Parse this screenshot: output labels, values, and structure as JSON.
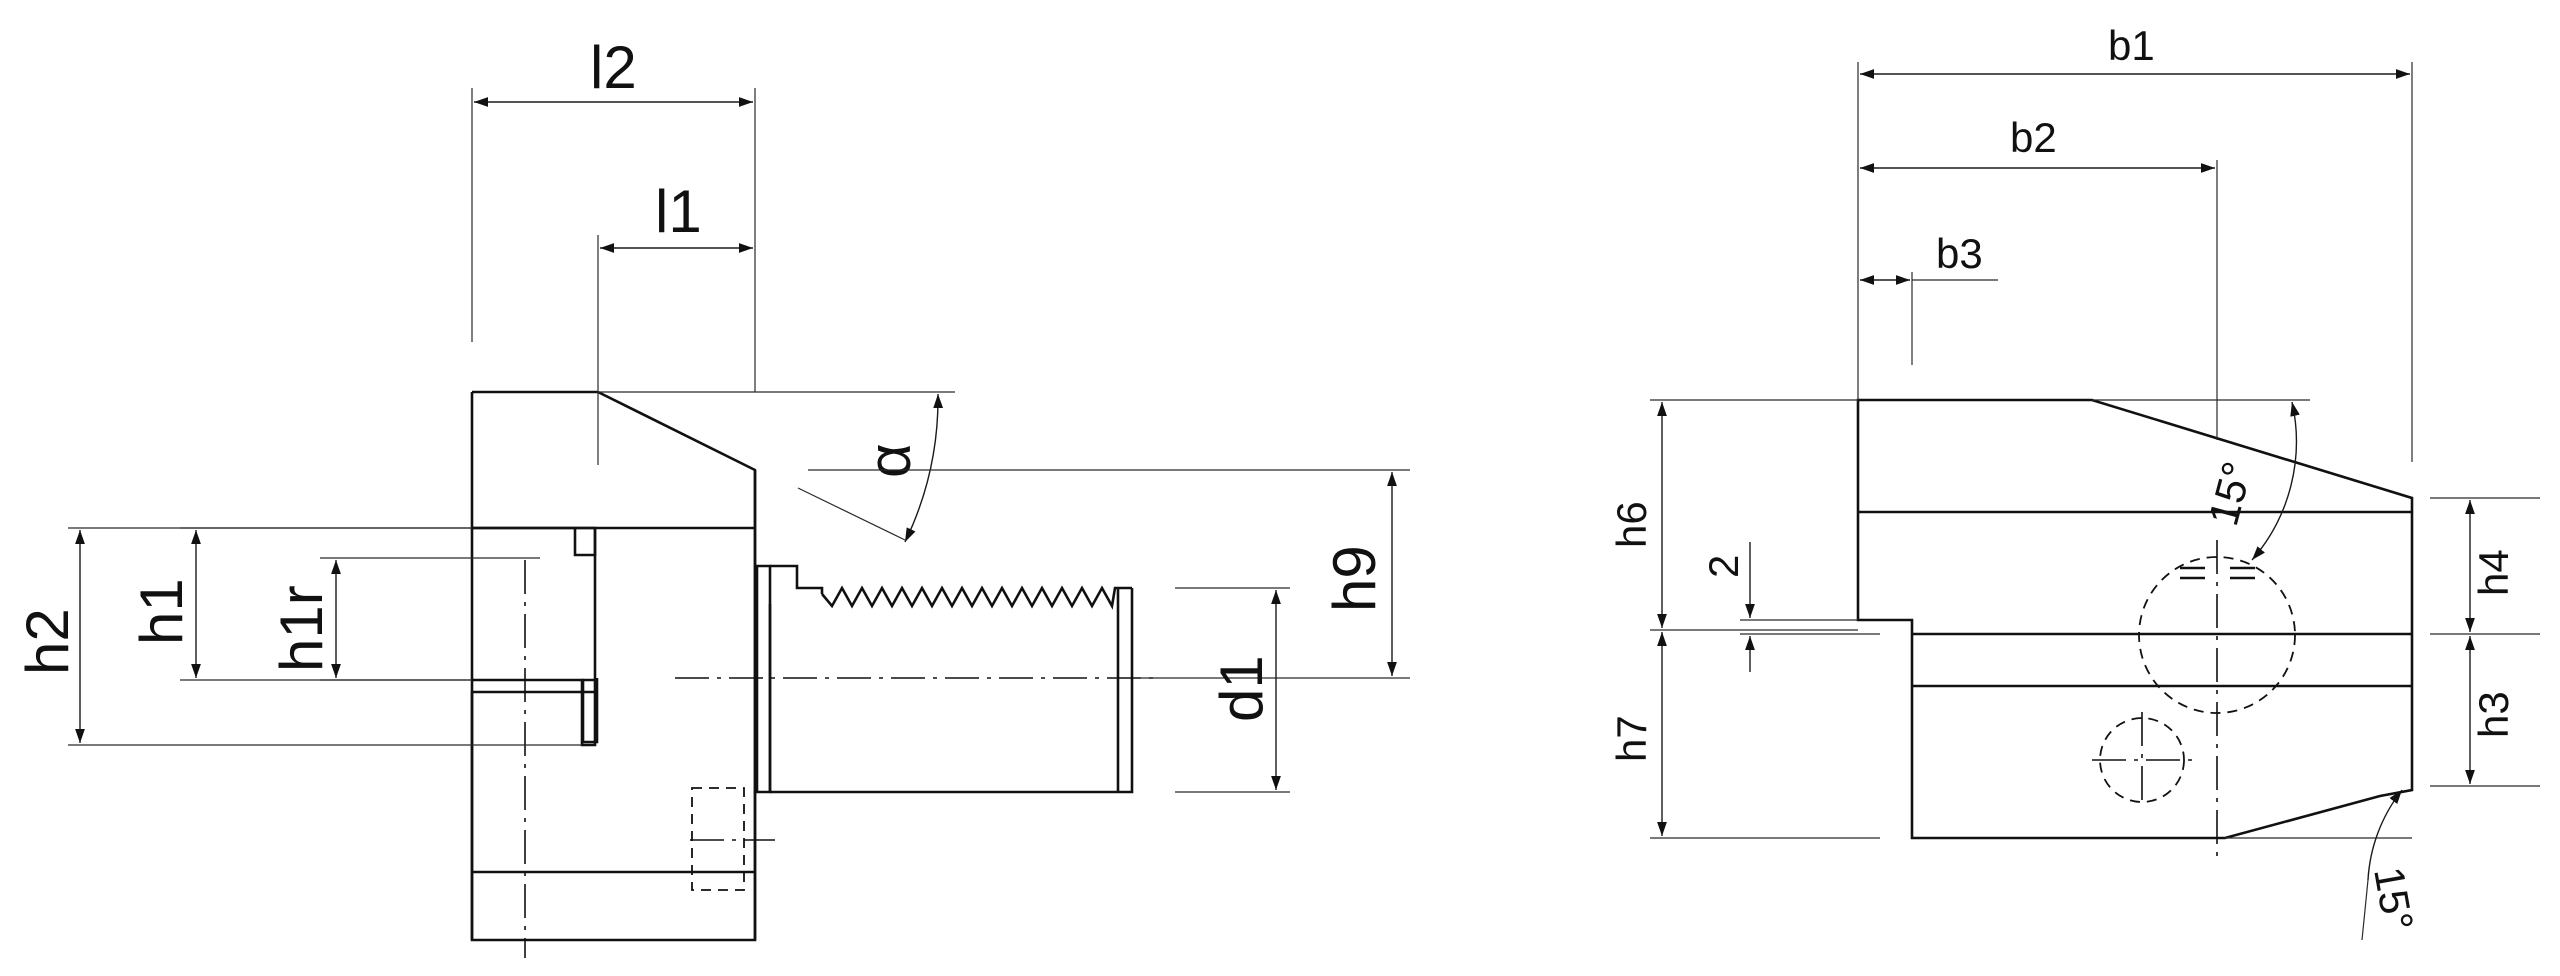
{
  "drawing": {
    "side_view": {
      "labels": {
        "l2": "l2",
        "l1": "l1",
        "alpha": "α",
        "h9": "h9",
        "h2": "h2",
        "h1": "h1",
        "h1r": "h1r",
        "d1": "d1"
      }
    },
    "front_view": {
      "labels": {
        "b1": "b1",
        "b2": "b2",
        "b3": "b3",
        "h6": "h6",
        "h7": "h7",
        "h4": "h4",
        "h3": "h3",
        "two": "2",
        "angle_top": "15°",
        "angle_bottom": "15°"
      }
    },
    "colors": {
      "line": "#111111",
      "background": "#ffffff"
    }
  }
}
